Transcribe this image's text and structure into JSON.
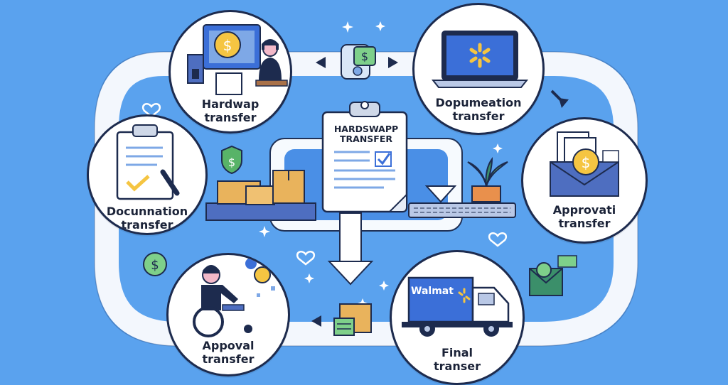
{
  "colors": {
    "background": "#5aa2ee",
    "ring": "#f3f7fd",
    "outline": "#1d2b4e",
    "accent_blue": "#3b6fd8",
    "gold": "#f5c542",
    "green": "#58b368",
    "box": "#e9b35c"
  },
  "nodes": [
    {
      "id": "hardwap",
      "label_line1": "Hardwap",
      "label_line2": "transfer",
      "icon": "office-desk-icon"
    },
    {
      "id": "dopumeation",
      "label_line1": "Dopumeation",
      "label_line2": "transfer",
      "icon": "laptop-icon"
    },
    {
      "id": "docunnation",
      "label_line1": "Docunnation",
      "label_line2": "transfer",
      "icon": "clipboard-icon"
    },
    {
      "id": "approvati",
      "label_line1": "Approvati",
      "label_line2": "transfer",
      "icon": "envelope-dollar-icon"
    },
    {
      "id": "appoval",
      "label_line1": "Appoval",
      "label_line2": "transfer",
      "icon": "wheelchair-person-icon"
    },
    {
      "id": "final",
      "label_line1": "Final",
      "label_line2": "transer",
      "icon": "delivery-truck-icon"
    }
  ],
  "center_document": {
    "title_line1": "HARDSWAPP",
    "title_line2": "TRANSFER"
  },
  "truck_brand": "Walmat"
}
